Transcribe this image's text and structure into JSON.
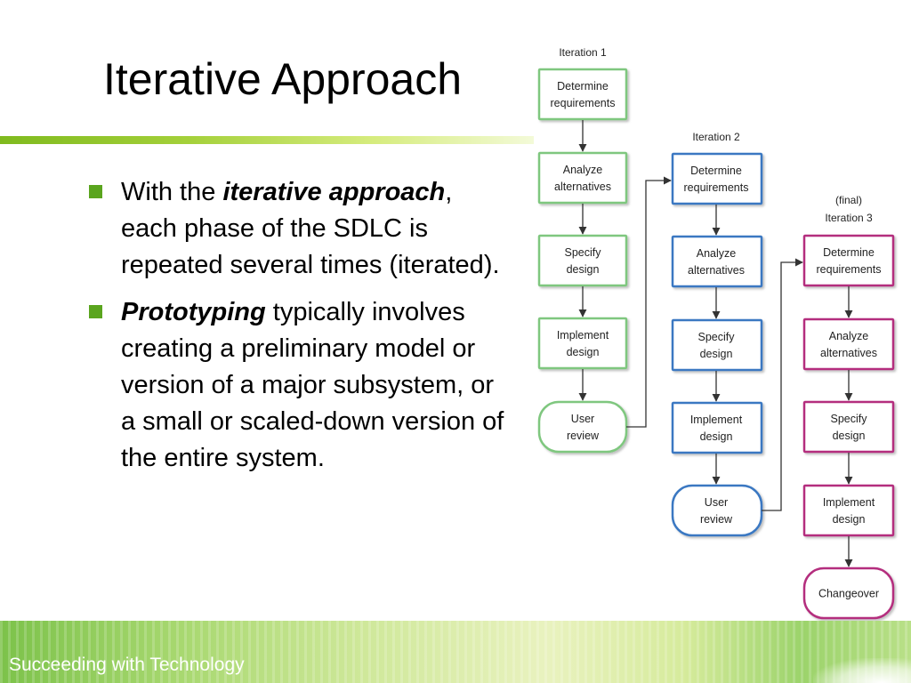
{
  "slide": {
    "title": "Iterative Approach",
    "footer": "Succeeding with Technology"
  },
  "bullets": [
    {
      "pre": "With the ",
      "emph": "iterative approach",
      "post": ", each phase of the SDLC is repeated several times (iterated)."
    },
    {
      "pre": "",
      "emph": "Prototyping",
      "post": " typically involves creating a preliminary model or version of a major subsystem, or a small or scaled-down version of the entire system."
    }
  ],
  "diagram": {
    "colors": {
      "iter1": "#7fc77f",
      "iter2": "#3a78c2",
      "iter3": "#b42f7e",
      "arrow": "#333333"
    },
    "iterations": [
      {
        "header": [
          "Iteration 1"
        ],
        "steps": [
          [
            "Determine",
            "requirements"
          ],
          [
            "Analyze",
            "alternatives"
          ],
          [
            "Specify",
            "design"
          ],
          [
            "Implement",
            "design"
          ],
          [
            "User",
            "review"
          ]
        ]
      },
      {
        "header": [
          "Iteration 2"
        ],
        "steps": [
          [
            "Determine",
            "requirements"
          ],
          [
            "Analyze",
            "alternatives"
          ],
          [
            "Specify",
            "design"
          ],
          [
            "Implement",
            "design"
          ],
          [
            "User",
            "review"
          ]
        ]
      },
      {
        "header": [
          "(final)",
          "Iteration 3"
        ],
        "steps": [
          [
            "Determine",
            "requirements"
          ],
          [
            "Analyze",
            "alternatives"
          ],
          [
            "Specify",
            "design"
          ],
          [
            "Implement",
            "design"
          ],
          [
            "Changeover"
          ]
        ]
      }
    ]
  }
}
